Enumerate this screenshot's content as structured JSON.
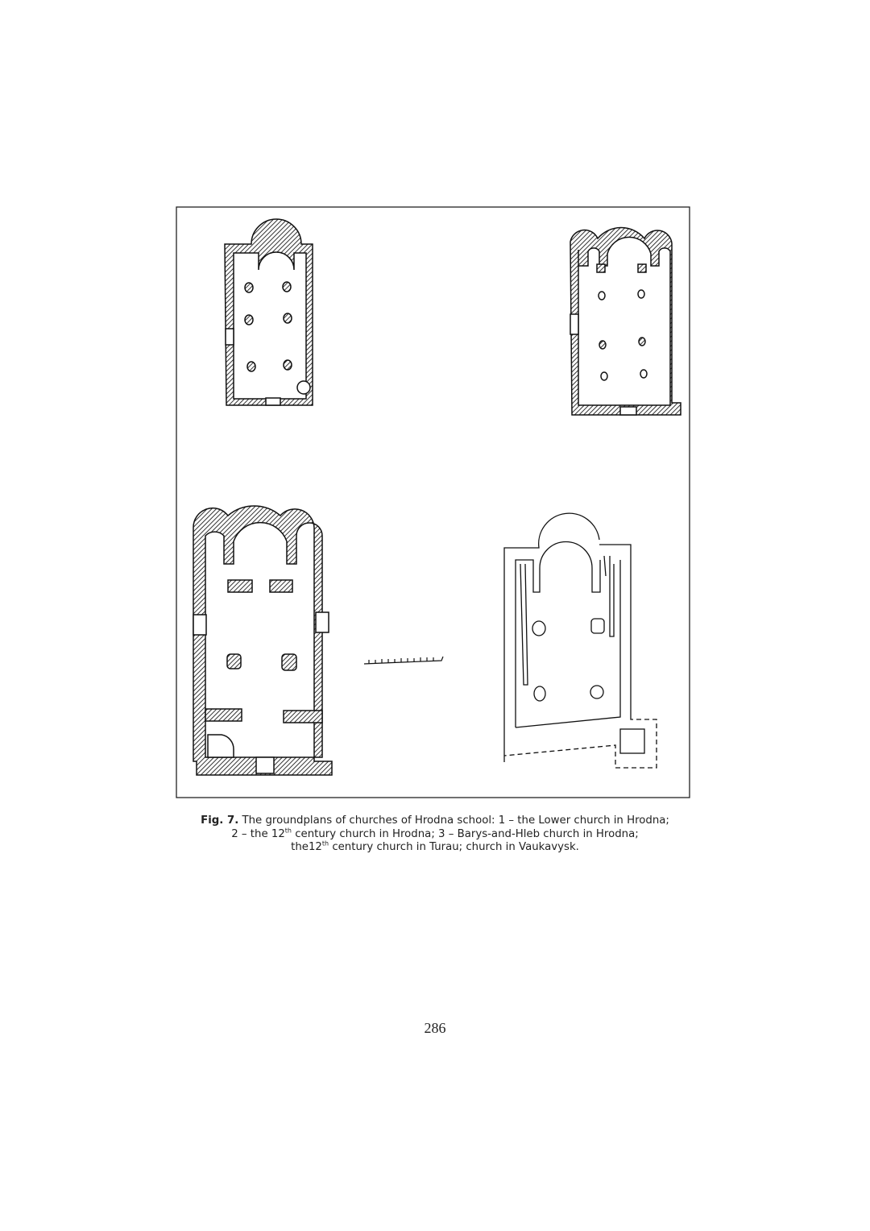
{
  "figure": {
    "caption_label": "Fig. 7.",
    "caption_line1": " The groundplans of churches of Hrodna school: 1 – the Lower church in Hrodna;",
    "caption_line2_a": "2 – the 12",
    "caption_line2_sup": "th",
    "caption_line2_b": " century church in Hrodna; 3 – Barys-and-Hleb church in Hrodna;",
    "caption_line3_a": "the12",
    "caption_line3_sup": "th",
    "caption_line3_b": " century church in Turau; church in Vaukavysk.",
    "plans": [
      "Lower church in Hrodna",
      "12th century church in Hrodna",
      "Barys-and-Hleb church in Hrodna",
      "Church in Vaukavysk"
    ]
  },
  "page_number": "286"
}
